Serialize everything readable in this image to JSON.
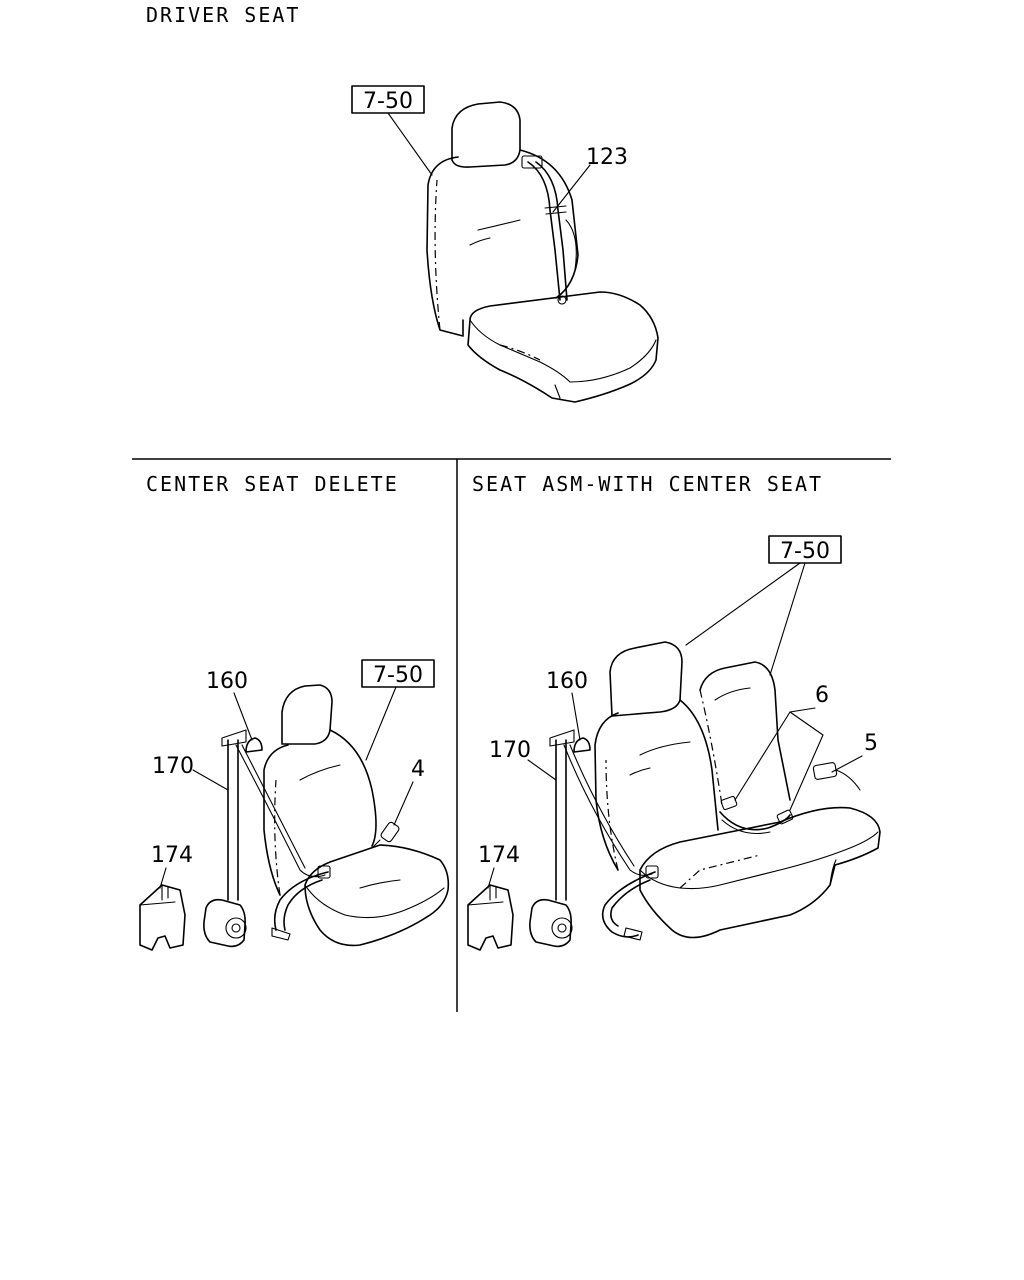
{
  "sections": {
    "driver_seat": "DRIVER SEAT",
    "center_seat_delete": "CENTER SEAT DELETE",
    "seat_asm_with_center_seat": "SEAT ASM-WITH CENTER SEAT"
  },
  "callouts": {
    "ref_7_50": "7-50",
    "part_123": "123",
    "part_160": "160",
    "part_170": "170",
    "part_174": "174",
    "part_4": "4",
    "part_6": "6",
    "part_5": "5"
  }
}
